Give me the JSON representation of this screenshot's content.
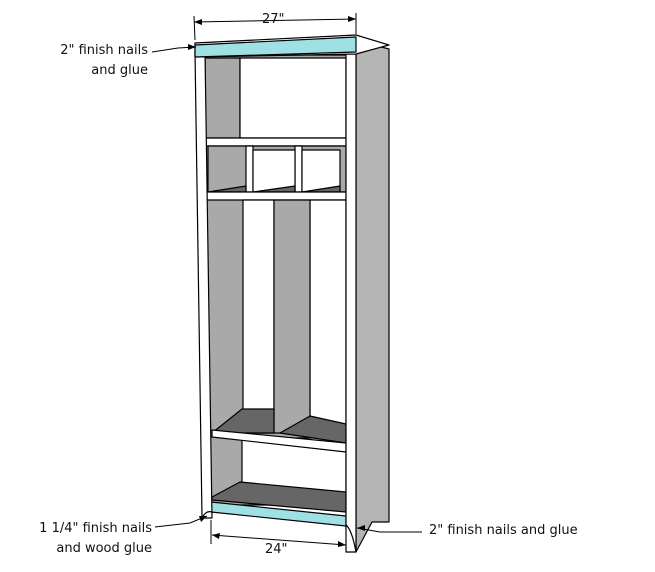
{
  "dimensions": {
    "top_width": "27\"",
    "bottom_width": "24\""
  },
  "annotations": {
    "top_left": [
      "2\" finish nails",
      "and glue"
    ],
    "bottom_left": [
      "1 1/4\" finish nails",
      "and wood glue"
    ],
    "bottom_right": "2\" finish nails and glue"
  },
  "colors": {
    "background": "#ffffff",
    "outline": "#000000",
    "interior_gray": "#a9a9a9",
    "side_gray": "#b4b4b4",
    "dark_panel": "#666666",
    "face_white": "#ffffff",
    "trim_highlight": "#9fe0e4"
  }
}
